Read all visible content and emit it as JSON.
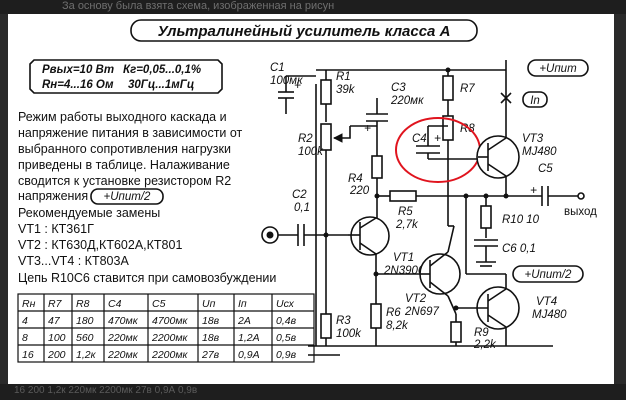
{
  "page": {
    "top_caption": "За основу была взята схема, изображенная на рисун",
    "bottom_caption": "16  200  1,2к  220мк  2200мк  27в  0,9А  0,9в"
  },
  "schematic": {
    "title": "Ультралинейный усилитель класса А",
    "specs": {
      "line1a": "Рвых=10 Вт",
      "line1b": "Кг=0,05...0,1%",
      "line2a": "Rн=4...16 Ом",
      "line2b": "30Гц...1мГц"
    },
    "description": [
      "Режим работы выходного каскада и",
      "напряжение питания в зависимости от",
      "выбранного сопротивления нагрузки",
      "приведены в таблице. Налаживание",
      "сводится к установке резистором R2",
      "напряжения"
    ],
    "desc_label": "+Uпит/2",
    "replacements_title": "Рекомендуемые замены",
    "replacements": [
      "VT1 : КТ361Г",
      "VT2 : КТ630Д,КТ602А,КТ801",
      "VT3...VT4 : КТ803А"
    ],
    "note": "Цепь R10C6 ставится при самовозбуждении",
    "table": {
      "headers": [
        "Rн",
        "R7",
        "R8",
        "C4",
        "C5",
        "Uп",
        "Iп",
        "Uсх"
      ],
      "rows": [
        [
          "4",
          "47",
          "180",
          "470мк",
          "4700мк",
          "18в",
          "2А",
          "0,4в"
        ],
        [
          "8",
          "100",
          "560",
          "220мк",
          "2200мк",
          "18в",
          "1,2А",
          "0,5в"
        ],
        [
          "16",
          "200",
          "1,2к",
          "220мк",
          "2200мк",
          "27в",
          "0,9А",
          "0,9в"
        ]
      ]
    },
    "components": {
      "c1": "C1",
      "c1_val": "100мк",
      "r1": "R1",
      "r1_val": "39k",
      "r2": "R2",
      "r2_val": "100k",
      "c2": "C2",
      "c2_val": "0,1",
      "c3": "C3",
      "c3_val": "220мк",
      "r4": "R4",
      "r4_val": "220",
      "r5": "R5",
      "r5_val": "2,7k",
      "c4": "C4",
      "r7": "R7",
      "r8": "R8",
      "vt3": "VT3",
      "vt3_type": "MJ480",
      "c5": "C5",
      "r10": "R10 10",
      "c6": "C6 0,1",
      "vt1": "VT1",
      "vt1_type": "2N3906",
      "vt2": "VT2",
      "vt2_type": "2N697",
      "vt4": "VT4",
      "vt4_type": "MJ480",
      "r3": "R3",
      "r3_val": "100k",
      "r6": "R6",
      "r6_val": "8,2k",
      "r9": "R9",
      "r9_val": "2,2k"
    },
    "labels": {
      "upit": "+Uпит",
      "in": "In",
      "upit2": "+Uпит/2",
      "out": "выход",
      "plus": "+"
    }
  },
  "colors": {
    "annotation": "#e0141e",
    "ink": "#111111",
    "background": "#2a2a2a",
    "paper": "#ffffff"
  }
}
